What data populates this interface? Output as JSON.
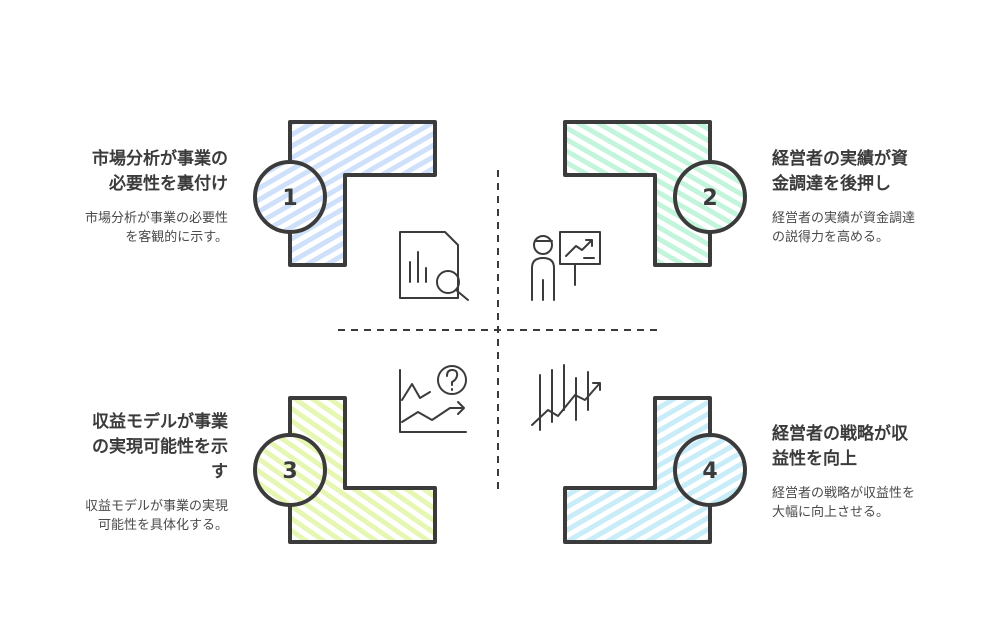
{
  "quadrants": [
    {
      "number": "1",
      "title_lines": [
        "市場分析が事業の",
        "必要性を裏付け"
      ],
      "desc_lines": [
        "市場分析が事業の必要性",
        "を客観的に示す。"
      ],
      "color": "#cfe0fb",
      "icon": "document-chart-magnifier-icon"
    },
    {
      "number": "2",
      "title_lines": [
        "経営者の実績が資",
        "金調達を後押し"
      ],
      "desc_lines": [
        "経営者の実績が資金調達",
        "の説得力を高める。"
      ],
      "color": "#c3f5dc",
      "icon": "presenter-chart-icon"
    },
    {
      "number": "3",
      "title_lines": [
        "収益モデルが事業",
        "の実現可能性を示",
        "す"
      ],
      "desc_lines": [
        "収益モデルが事業の実現",
        "可能性を具体化する。"
      ],
      "color": "#e6f7b3",
      "icon": "chart-question-icon"
    },
    {
      "number": "4",
      "title_lines": [
        "経営者の戦略が収",
        "益性を向上"
      ],
      "desc_lines": [
        "経営者の戦略が収益性を",
        "大幅に向上させる。"
      ],
      "color": "#c8ecf8",
      "icon": "growth-trend-icon"
    }
  ],
  "colors": {
    "stroke": "#3b3b3b"
  }
}
